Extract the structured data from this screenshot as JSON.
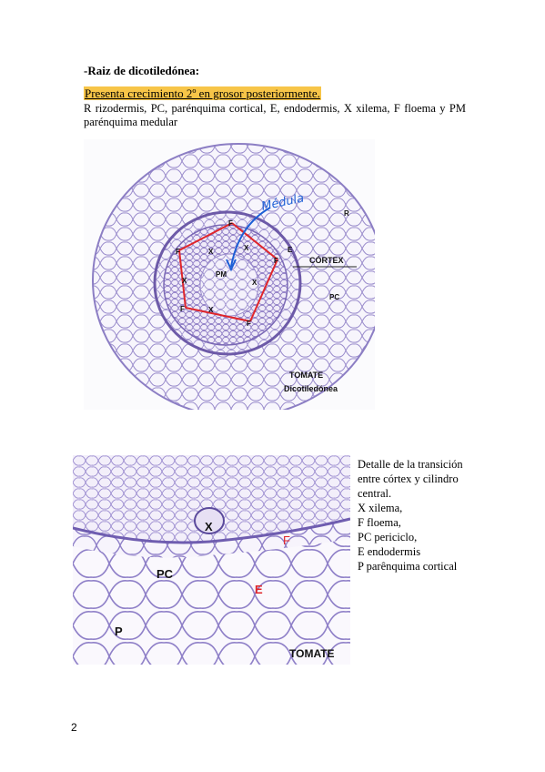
{
  "heading": "-Raiz de dicotiledónea:",
  "highlight": "Presenta crecimiento 2º en grosor posteriormente.",
  "description": " R rizodermis, PC, parénquima cortical, E, endodermis, X xilema, F floema y PM parénquima medular",
  "figure1": {
    "handwritten": "Médula",
    "labels": {
      "R": "R",
      "E": "E",
      "cortex": "CÓRTEX",
      "PC": "PC",
      "PM": "PM",
      "F": "F",
      "X": "X",
      "species": "TOMATE",
      "group": "Dicotiledónea"
    }
  },
  "figure2": {
    "labels": {
      "X": "X",
      "F": "F",
      "PC": "PC",
      "E": "E",
      "P": "P",
      "species": "TOMATE"
    }
  },
  "caption": [
    "Detalle de la transición",
    "entre córtex y cilindro",
    "central.",
    "X xilema,",
    "F floema,",
    "PC periciclo,",
    "E endodermis",
    "P parênquima cortical"
  ],
  "page_number": "2",
  "colors": {
    "highlight": "#f7c548",
    "annotation_red": "#e0262b",
    "annotation_blue": "#1d5fd6",
    "stain": "#8f7fc6"
  }
}
